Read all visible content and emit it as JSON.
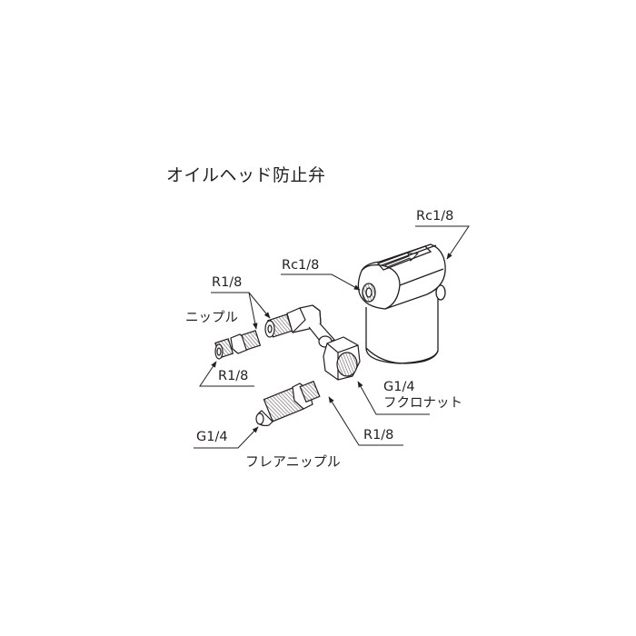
{
  "title": "オイルヘッド防止弁",
  "labels": {
    "valve_top_port": "Rc1/8",
    "valve_side_port": "Rc1/8",
    "nipple_thread_top": "R1/8",
    "nipple_name": "ニップル",
    "nipple_thread_bottom": "R1/8",
    "flare_nut_thread": "G1/4",
    "flare_nut_name": "フクロナット",
    "flare_nipple_flare_side": "G1/4",
    "flare_nipple_thread_side": "R1/8",
    "flare_nipple_name": "フレアニップル"
  },
  "colors": {
    "line": "#231f20",
    "thread": "#8a8588",
    "background": "#ffffff"
  }
}
